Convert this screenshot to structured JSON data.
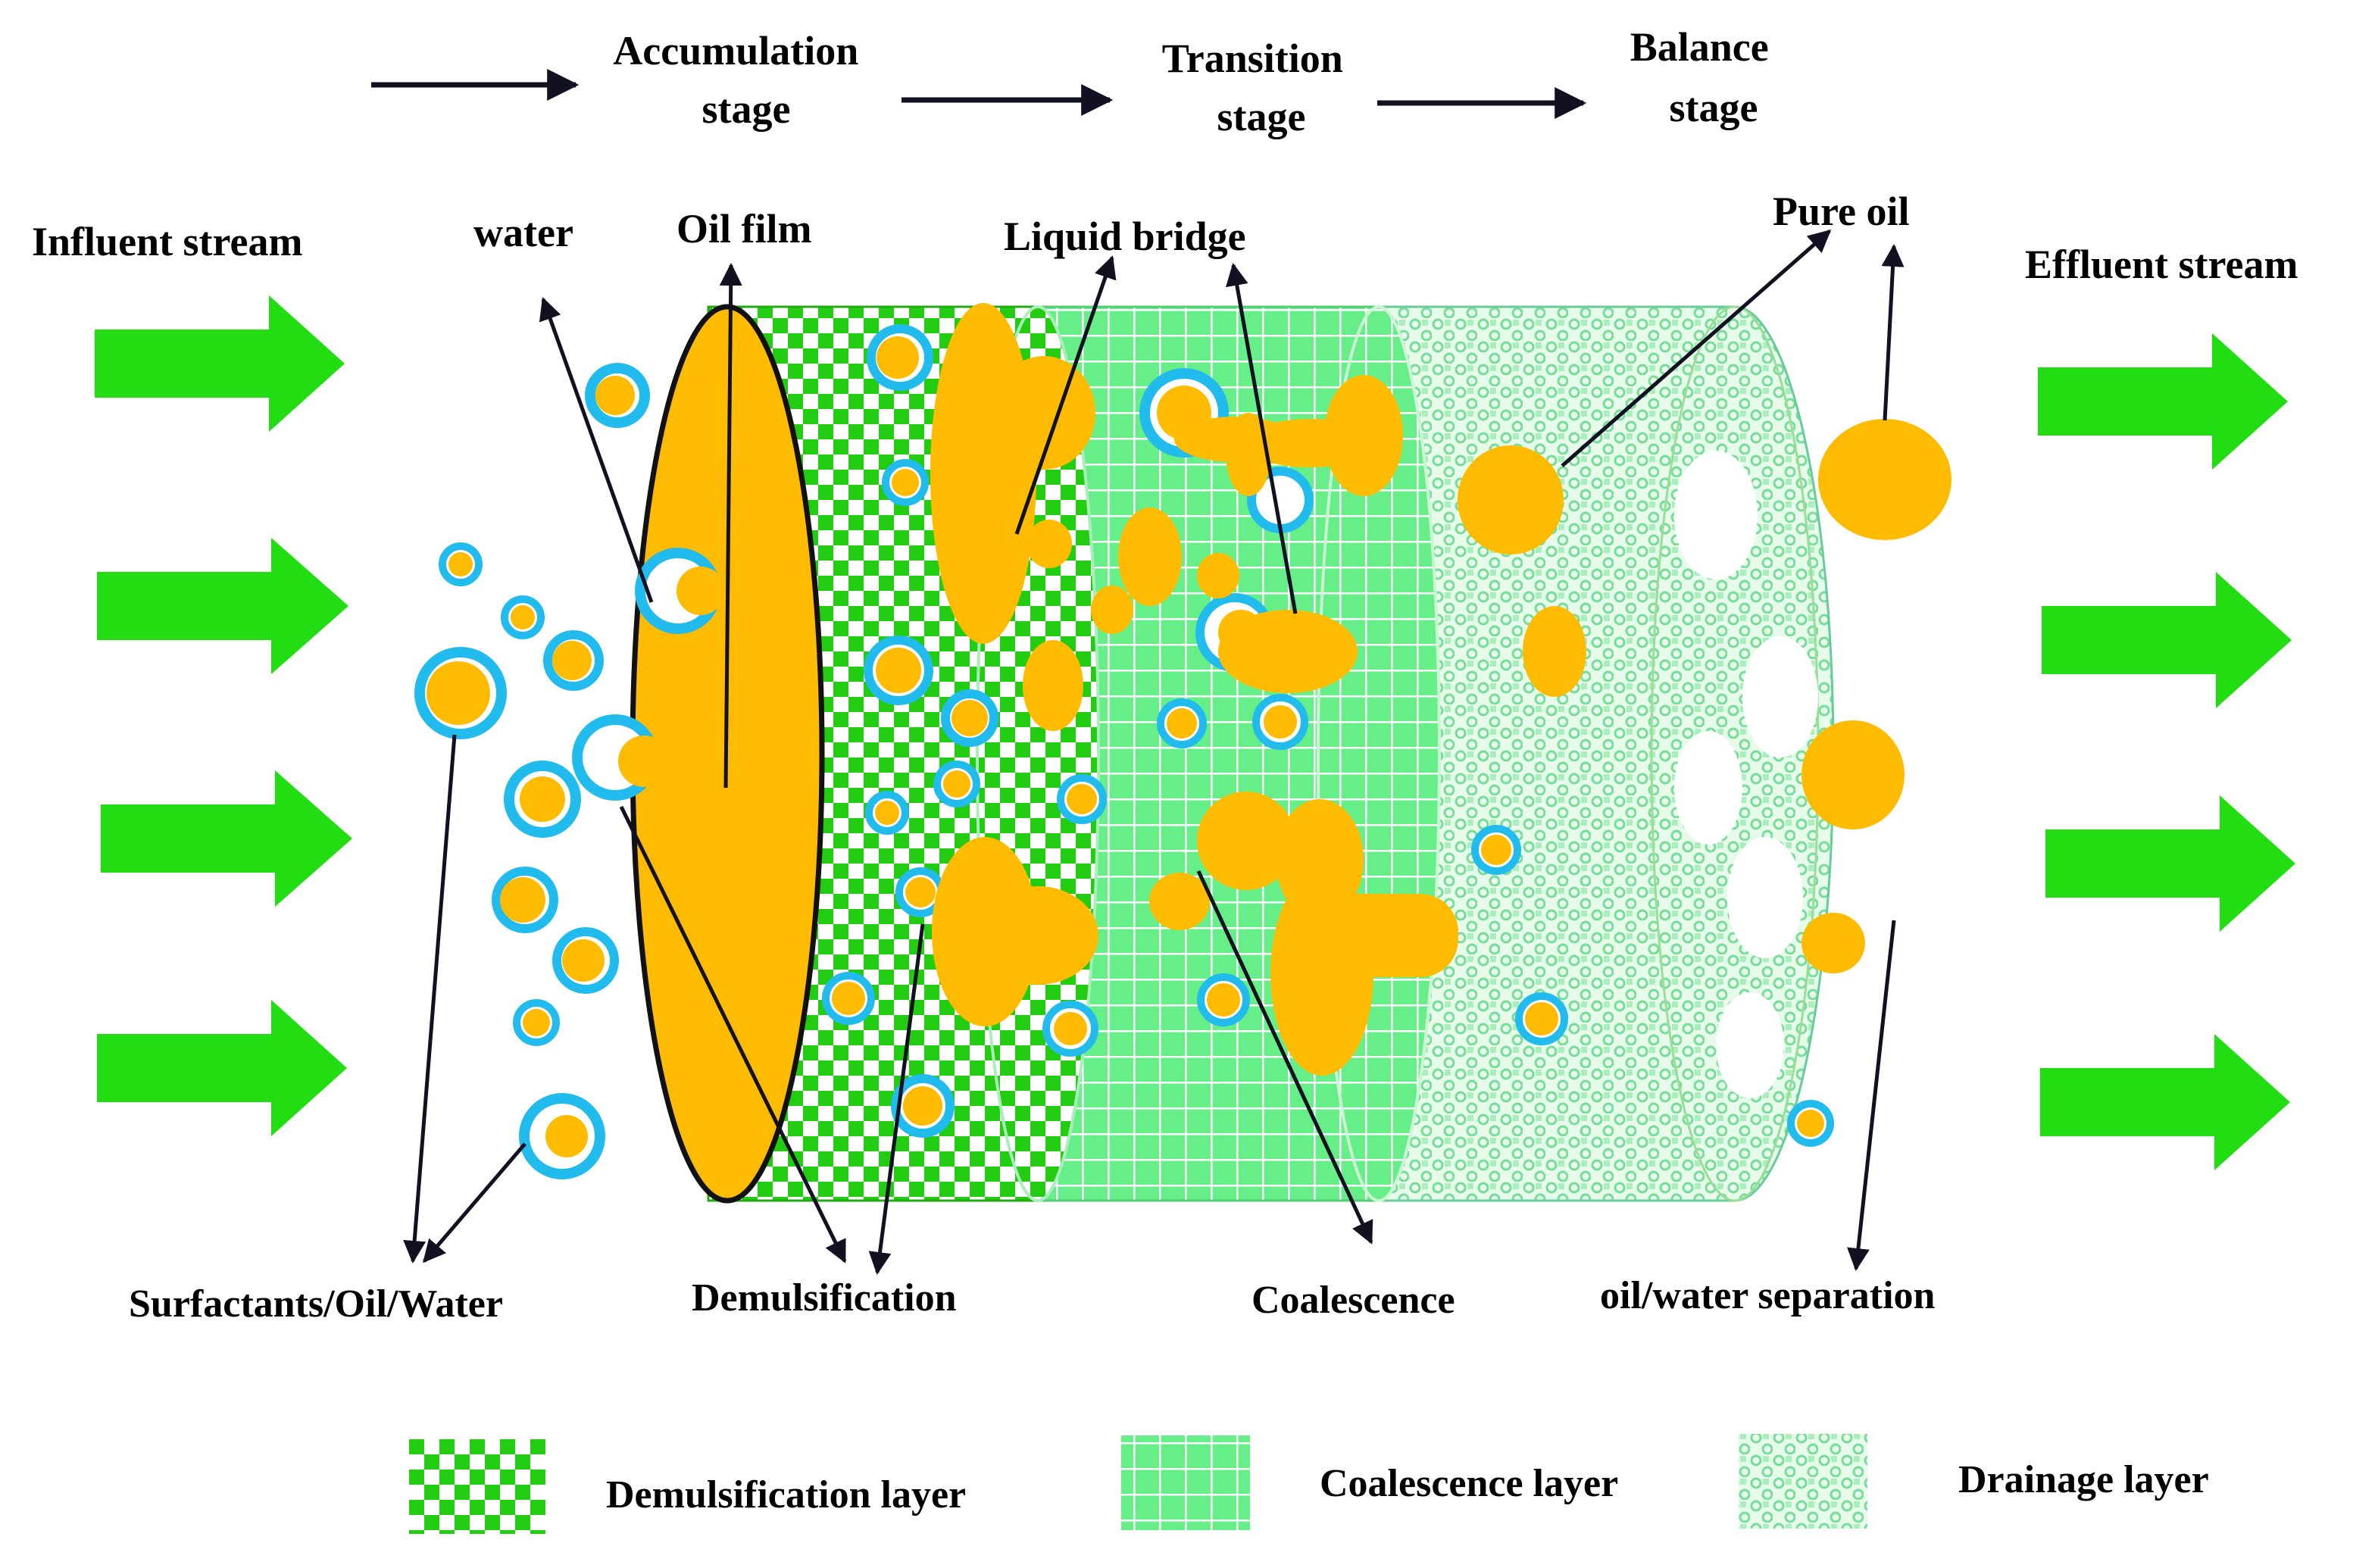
{
  "stages": {
    "accumulation": [
      "Accumulation",
      "stage"
    ],
    "transition": [
      "Transition",
      "stage"
    ],
    "balance": [
      "Balance",
      "stage"
    ]
  },
  "labels": {
    "influent_stream": "Influent stream",
    "effluent_stream": "Effluent stream",
    "water": "water",
    "oil_film": "Oil film",
    "liquid_bridge": "Liquid  bridge",
    "pure_oil": "Pure oil",
    "surfactants": "Surfactants/Oil/Water",
    "demulsification": "Demulsification",
    "coalescence": "Coalescence",
    "oil_water_separation": "oil/water separation"
  },
  "legend": {
    "demulsification_layer": "Demulsification layer",
    "coalescence_layer": "Coalescence layer",
    "drainage_layer": "Drainage layer"
  },
  "colors": {
    "flow_arrow": "#22dd11",
    "oil": "#ffbb00",
    "water_shell": "#22bbee",
    "demulsification_check": "#22cc11",
    "coalescence_grid": "#66ee88",
    "drainage_dots": "#99eeaa",
    "line": "#111122"
  }
}
